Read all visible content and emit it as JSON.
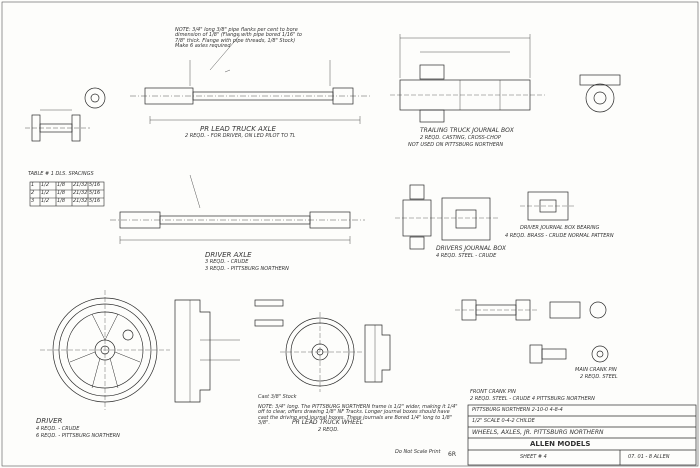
{
  "sheet": {
    "background": "#fdfdfb",
    "ink": "#2a2a2a"
  },
  "labels": {
    "note_top": "NOTE: 3/4\" long 3/8\" pipe flanks per cent to bore dimension of 1/8\" (Flange with pipe bored 1/16\" to 7/8\" thick. Flange with pipe threads, 1/8\" Stock) Make 6 axles required",
    "table_title": "TABLE # 1  DLS. SPACINGS",
    "lead_truck_axle": "PR LEAD TRUCK AXLE",
    "lead_truck_axle_sub": "2 REQD. - FOR DRIVER, ON LED PILOT TO TL",
    "driver_axle": "DRIVER AXLE",
    "driver_axle_sub1": "3 REQD. - CRUDE",
    "driver_axle_sub2": "3 REQD. - PITTSBURG NORTHERN",
    "trailing_truck_journal": "TRAILING TRUCK JOURNAL BOX",
    "trailing_truck_journal_sub": "2 REQD. CASTING, CROSS-CHOP",
    "trailing_truck_journal_sub2": "NOT USED ON PITTSBURG NORTHERN",
    "drivers_journal_box": "DRIVERS JOURNAL BOX",
    "drivers_journal_box_sub": "4 REQD. STEEL - CRUDE",
    "driver_journal_box_drawing": "DRIVER JOURNAL BOX BEARING",
    "driver_journal_box_sub": "4 REQD. BRASS - CRUDE NORMAL PATTERN",
    "driver_label": "DRIVER",
    "driver_sub1": "4 REQD. - CRUDE",
    "driver_sub2": "6 REQD. - PITTSBURG NORTHERN",
    "lead_truck_wheel": "PR LEAD TRUCK WHEEL",
    "lead_truck_wheel_sub": "2 REQD.",
    "crank_pin": "MAIN CRANK PIN",
    "crank_pin_sub": "2 REQD. STEEL",
    "front_crank_pin": "FRONT CRANK PIN",
    "front_crank_pin_sub": "2 REQD. STEEL - CRUDE   4 PITTSBURG NORTHERN",
    "note_bottom": "NOTE: 3/4\" long. The PITTSBURG NORTHERN frame is 1/2\" wider, making it 1/4\" off to clear, offers drawing 1/8\" NF Tracks. Longer journal boxes should have cast the driving and journal boxes. These journals are Bored 1/4\" long to 1/8\" 3/8\".",
    "do_not_scale": "Do Not Scale Print",
    "wheel_stock_note": "Cast 3/8\" Stock"
  },
  "title_block": {
    "line1": "PITTSBURG NORTHERN  2-10-0 4-8-4",
    "line2": "1/2\" SCALE  0-4-2  CHILDE",
    "line3": "WHEELS, AXLES, JR. PITTSBURG NORTHERN",
    "company": "ALLEN MODELS",
    "sheet": "SHEET # 4",
    "date": "07. 01 - 8 ALLEN",
    "stamp": "6R"
  },
  "table_rows": [
    [
      "1",
      "1/2",
      "1/8",
      "21/32",
      "5/16"
    ],
    [
      "2",
      "1/2",
      "1/8",
      "21/32",
      "5/16"
    ],
    [
      "3",
      "1/2",
      "1/8",
      "21/32",
      "5/16"
    ]
  ]
}
